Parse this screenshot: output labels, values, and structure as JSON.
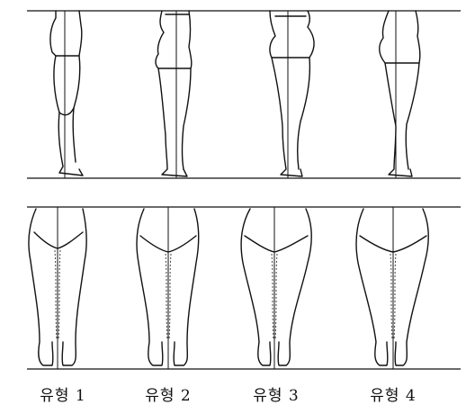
{
  "figure": {
    "types": [
      {
        "label": "유형 1"
      },
      {
        "label": "유형 2"
      },
      {
        "label": "유형 3"
      },
      {
        "label": "유형 4"
      }
    ]
  }
}
